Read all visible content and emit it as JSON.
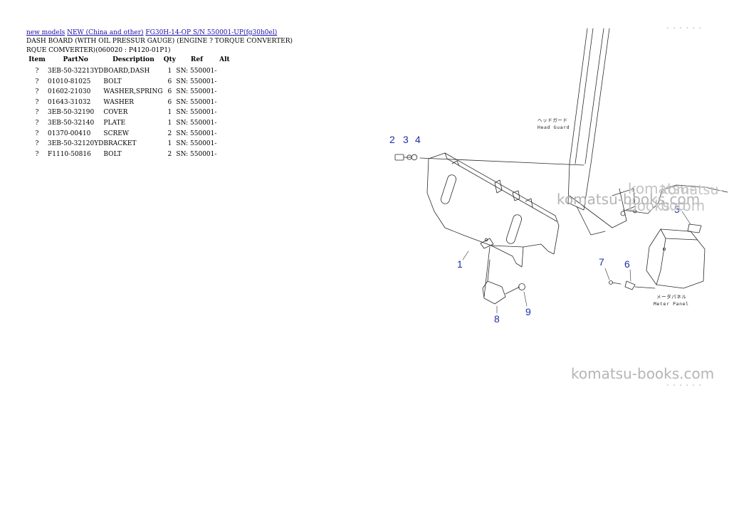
{
  "breadcrumb": {
    "links": [
      "new models",
      "NEW (China and other)",
      "FG30H-14-OP S/N 550001-UP(fg30h0el)"
    ]
  },
  "page_title": "DASH BOARD (WITH OIL PRESSUR GAUGE) (ENGINE ? TORQUE CONVERTER) RQUE COMVERTER)(060020 : P4120-01P1)",
  "table": {
    "headers": [
      "Item",
      "PartNo",
      "Description",
      "Qty",
      "Ref",
      "Alt"
    ],
    "rows": [
      [
        "?",
        "3EB-50-32213YD",
        "BOARD,DASH",
        "1",
        "SN: 550001-",
        ""
      ],
      [
        "?",
        "01010-81025",
        "BOLT",
        "6",
        "SN: 550001-",
        ""
      ],
      [
        "?",
        "01602-21030",
        "WASHER,SPRING",
        "6",
        "SN: 550001-",
        ""
      ],
      [
        "?",
        "01643-31032",
        "WASHER",
        "6",
        "SN: 550001-",
        ""
      ],
      [
        "?",
        "3EB-50-32190",
        "COVER",
        "1",
        "SN: 550001-",
        ""
      ],
      [
        "?",
        "3EB-50-32140",
        "PLATE",
        "1",
        "SN: 550001-",
        ""
      ],
      [
        "?",
        "01370-00410",
        "SCREW",
        "2",
        "SN: 550001-",
        ""
      ],
      [
        "?",
        "3EB-50-32120YD",
        "BRACKET",
        "1",
        "SN: 550001-",
        ""
      ],
      [
        "?",
        "F1110-50816",
        "BOLT",
        "2",
        "SN: 550001-",
        ""
      ]
    ]
  },
  "drawing": {
    "callouts": [
      "1",
      "2",
      "3",
      "4",
      "5",
      "6",
      "7",
      "8",
      "9"
    ],
    "labels": {
      "head_guard_jp": "ヘッドガード",
      "head_guard_en": "Head Guard",
      "meter_panel_jp": "メータパネル",
      "meter_panel_en": "Meter Panel",
      "corner_top": "· · · · · ·",
      "corner_bottom": "· · · · · ·"
    },
    "line_color": "#2a2a2a",
    "callout_color": "#1c2fa8"
  },
  "watermarks": [
    "komatsu-books.com",
    "komatsu-boo",
    "komatsu-books.com",
    "komatsu-books.com"
  ]
}
